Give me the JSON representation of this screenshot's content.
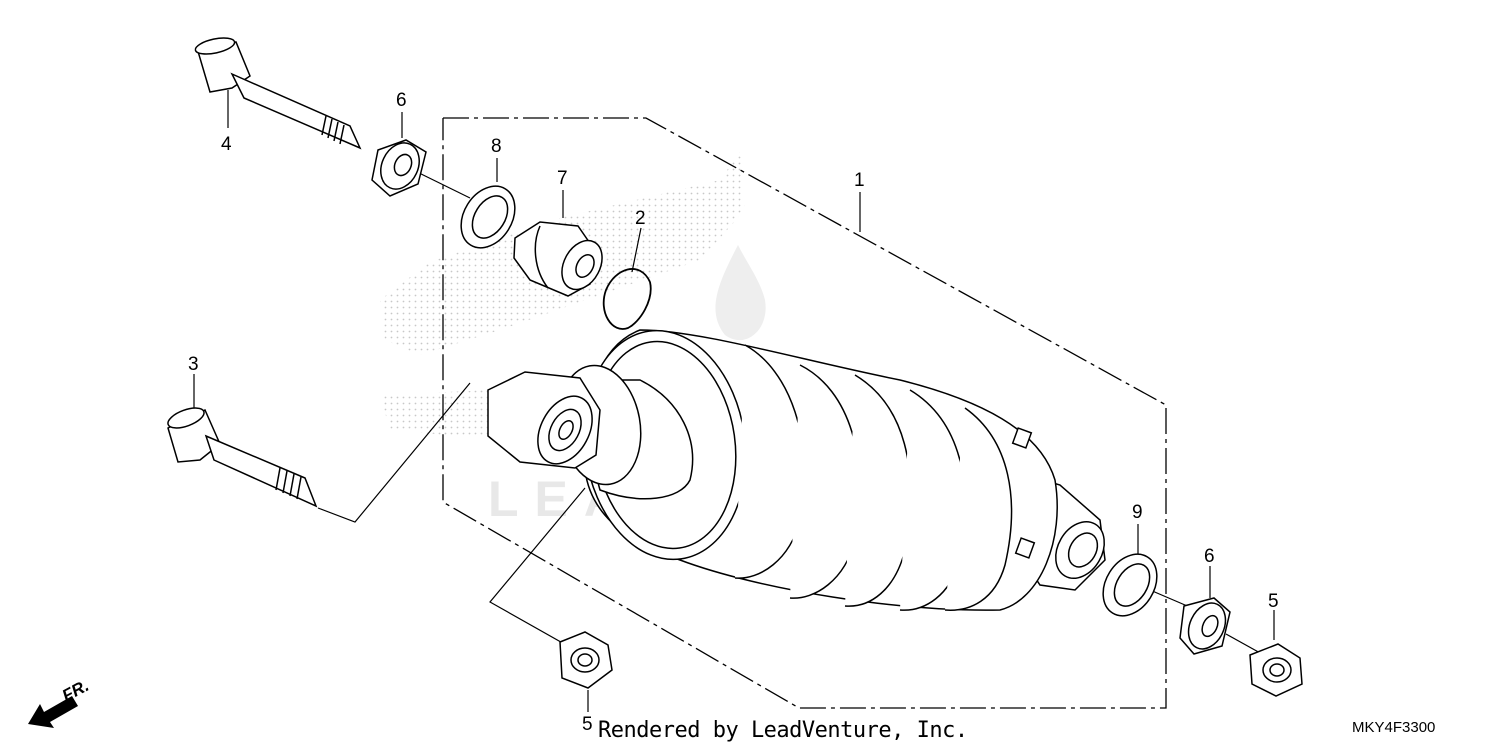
{
  "watermark": {
    "text": "LEADVENTURE"
  },
  "callouts": [
    {
      "id": "c1",
      "label": "1"
    },
    {
      "id": "c2",
      "label": "2"
    },
    {
      "id": "c3",
      "label": "3"
    },
    {
      "id": "c4",
      "label": "4"
    },
    {
      "id": "c5a",
      "label": "5"
    },
    {
      "id": "c5b",
      "label": "5"
    },
    {
      "id": "c6a",
      "label": "6"
    },
    {
      "id": "c6b",
      "label": "6"
    },
    {
      "id": "c7",
      "label": "7"
    },
    {
      "id": "c8",
      "label": "8"
    },
    {
      "id": "c9",
      "label": "9"
    }
  ],
  "direction_indicator": {
    "label": "FR."
  },
  "footer": {
    "credit": "Rendered by LeadVenture, Inc.",
    "diagram_code": "MKY4F3300"
  },
  "colors": {
    "line": "#000000",
    "dots": "#c8c8c8",
    "watermark": "#e8e8e8"
  }
}
